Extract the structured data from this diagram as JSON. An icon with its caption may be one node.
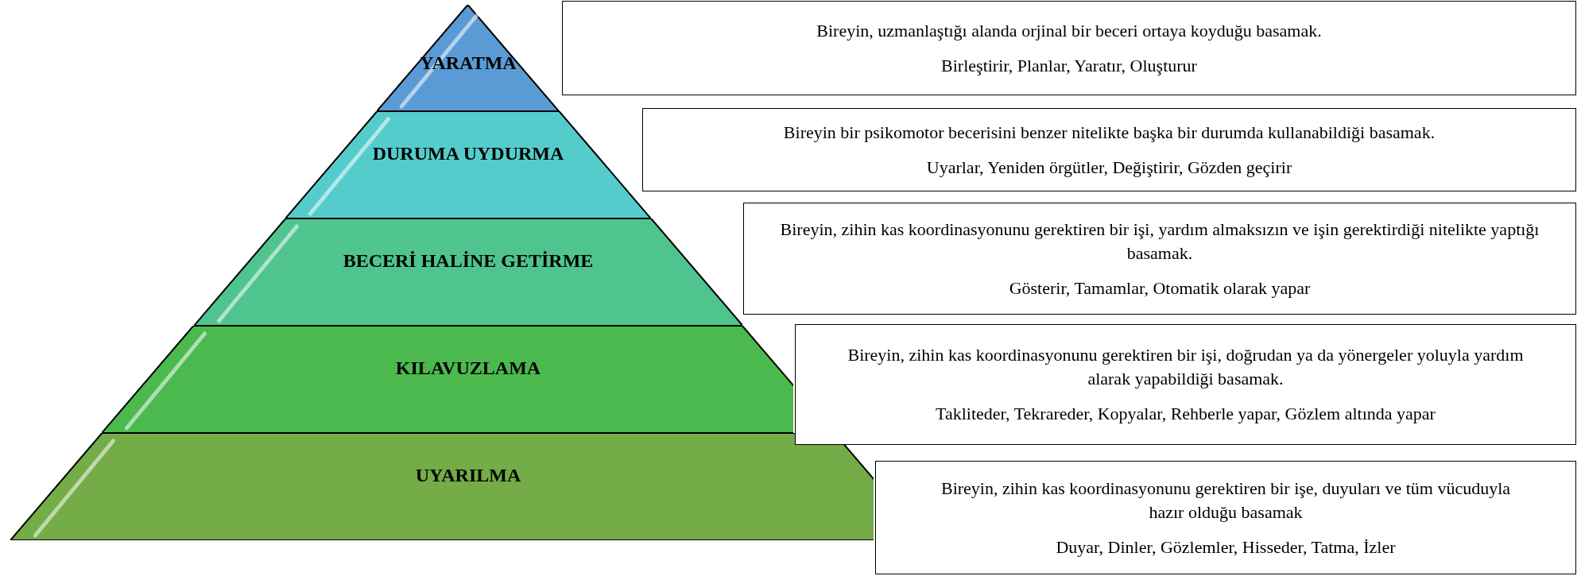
{
  "diagram": {
    "nodes": [
      {
        "text": [
          "YARATMA"
        ]
      },
      {
        "text": [
          "DURUMA UYDURMA"
        ]
      },
      {
        "text": [
          "BECERİ HALİNE GETİRME"
        ]
      },
      {
        "text": [
          "KILAVUZLAMA"
        ]
      },
      {
        "text": [
          "UYARILMA"
        ]
      },
      {
        "text": [
          "Bireyin, uzmanlaştığı alanda orjinal bir beceri ortaya koyduğu basamak.",
          "Birleştirir, Planlar, Yaratır, Oluşturur"
        ]
      },
      {
        "text": [
          "Bireyin bir psikomotor becerisini benzer nitelikte başka bir durumda kullanabildiği basamak.",
          "Uyarlar, Yeniden örgütler, Değiştirir, Gözden geçirir"
        ]
      },
      {
        "text": [
          "Bireyin, zihin kas koordinasyonunu gerektiren bir işi, yardım almaksızın ve işin gerektirdiği nitelikte yaptığı basamak.",
          "Gösterir, Tamamlar, Otomatik olarak yapar"
        ]
      },
      {
        "text": [
          "Bireyin, zihin kas koordinasyonunu gerektiren bir işi, doğrudan ya da yönergeler yoluyla yardım alarak yapabildiği basamak.",
          "Takliteder, Tekrareder, Kopyalar, Rehberle yapar, Gözlem altında yapar"
        ]
      },
      {
        "text": [
          "Bireyin, zihin kas koordinasyonunu gerektiren bir işe, duyuları ve tüm vücuduyla hazır olduğu basamak",
          "Duyar, Dinler, Gözlemler, Hisseder, Tatma, İzler"
        ]
      }
    ],
    "edges": []
  }
}
